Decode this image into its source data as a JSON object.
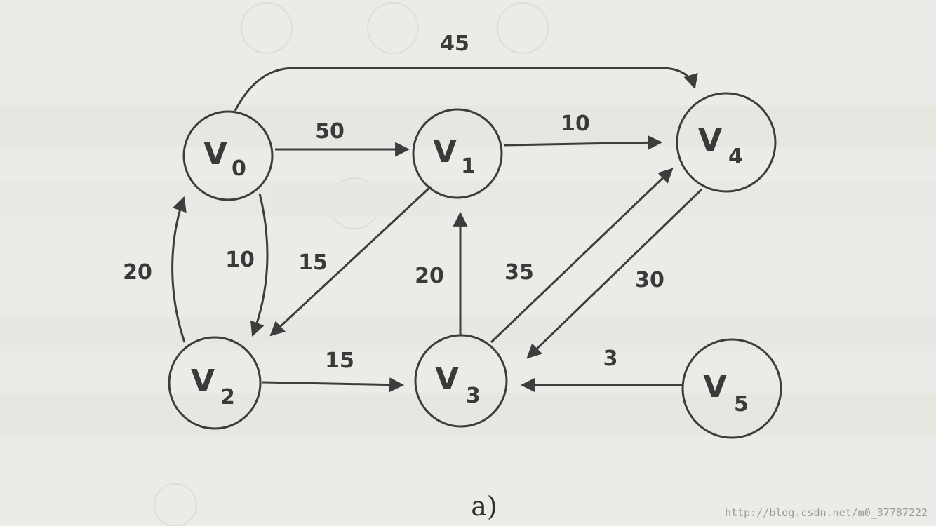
{
  "nodes": [
    {
      "letter": "V",
      "sub": "0"
    },
    {
      "letter": "V",
      "sub": "1"
    },
    {
      "letter": "V",
      "sub": "2"
    },
    {
      "letter": "V",
      "sub": "3"
    },
    {
      "letter": "V",
      "sub": "4"
    },
    {
      "letter": "V",
      "sub": "5"
    }
  ],
  "edges": [
    {
      "from": "V0",
      "to": "V4",
      "weight": "45"
    },
    {
      "from": "V0",
      "to": "V1",
      "weight": "50"
    },
    {
      "from": "V1",
      "to": "V4",
      "weight": "10"
    },
    {
      "from": "V0",
      "to": "V2",
      "weight": "10"
    },
    {
      "from": "V2",
      "to": "V0",
      "weight": "20"
    },
    {
      "from": "V1",
      "to": "V2",
      "weight": "15"
    },
    {
      "from": "V3",
      "to": "V1",
      "weight": "20"
    },
    {
      "from": "V3",
      "to": "V4",
      "weight": "35"
    },
    {
      "from": "V4",
      "to": "V3",
      "weight": "30"
    },
    {
      "from": "V2",
      "to": "V3",
      "weight": "15"
    },
    {
      "from": "V5",
      "to": "V3",
      "weight": "3"
    }
  ],
  "caption": "a)",
  "watermark": "http://blog.csdn.net/m0_37787222"
}
